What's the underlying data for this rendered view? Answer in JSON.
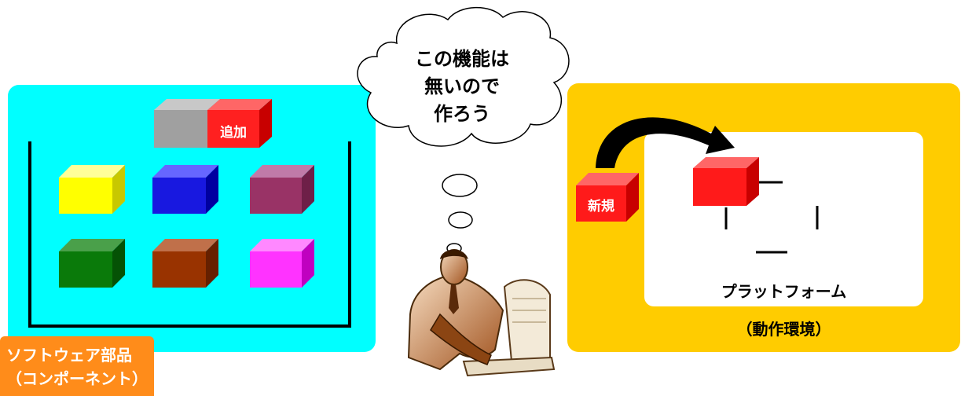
{
  "left_panel": {
    "add_block_label": "追加",
    "caption_line1": "ソフトウェア部品",
    "caption_line2": "（コンポーネント）",
    "colors": {
      "panel": "#00ffff",
      "caption": "#ff8c1a"
    }
  },
  "thought_cloud": {
    "line1": "この機能は",
    "line2": "無いので",
    "line3": "作ろう"
  },
  "right_panel": {
    "new_block_label": "新規",
    "platform_label": "プラットフォーム",
    "platform_sublabel": "（動作環境）",
    "colors": {
      "panel": "#ffcc00",
      "platform": "#ffffff"
    }
  },
  "blocks": [
    {
      "color": "yellow"
    },
    {
      "color": "blue"
    },
    {
      "color": "plum"
    },
    {
      "color": "green"
    },
    {
      "color": "brown"
    },
    {
      "color": "magenta"
    }
  ],
  "figure": {
    "icon": "person-at-computer-icon"
  }
}
